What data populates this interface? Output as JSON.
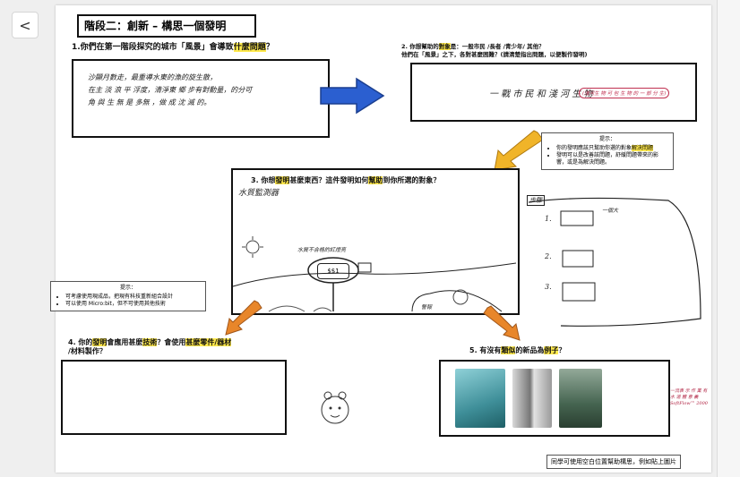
{
  "nav": {
    "back_glyph": "<"
  },
  "title": "階段二：創新 – 構思一個發明",
  "q1": {
    "label_prefix": "1.你們在第一階段探究的城市「風景」會導致",
    "label_hl": "什麼問題",
    "label_suffix": "？",
    "answer_lines": [
      "沙顯月數走，最重導水東的漁的旋生散，",
      "在主 淡 浪 平 浮度，清淨東 鄉 步有對動量，的分可",
      "角 與 生 無 是 多無 ，做 成 沈 滅 的。"
    ]
  },
  "q2": {
    "line1_prefix": "2. 你想幫助的",
    "line1_hl": "對象",
    "line1_suffix": "是：一般市民 /長者 /青少年/ 其他？",
    "line2": "他們在「風景」之下，各對甚麼困難？(請清楚指出問題，以便製作發明)",
    "answer": "一 戰 市 民 和 淺 河 生 物",
    "answer_note": "(淺河生 物 可 包 生 物 的 一 部 分 生)"
  },
  "hint1": {
    "title": "提示：",
    "items": [
      "你的發明應該只幫助你選的對象",
      "解決問題",
      "發明可以是改善該問題，舒緩問題帶來的影響，或是為解決問題。"
    ]
  },
  "q3": {
    "label_prefix": "3. 你想",
    "label_hl1": "發明",
    "label_mid1": "甚麼東西？這件發明如何",
    "label_hl2": "幫助",
    "label_suffix": "到你所選的對象？",
    "drawing_title": "水質監測器",
    "annotation1": "水質不合格的紅燈亮",
    "box_label": "$$1",
    "annotation2": "警報"
  },
  "steps": {
    "label": "步驟",
    "items": [
      "1.",
      "2.",
      "3."
    ],
    "note": "一個大"
  },
  "hint2": {
    "title": "提示：",
    "items": [
      "可考慮使用現成品，把現有科技重新組合設計",
      "可以使用 Micro:bit，但不可使用其他技術"
    ]
  },
  "q4": {
    "label_prefix": "4. 你的",
    "label_hl1": "發明",
    "label_mid": "會應用甚麼",
    "label_hl2": "技術",
    "label_mid2": "？會使用",
    "label_hl3": "甚麼零件/器材",
    "label_line2": "/材料製作？"
  },
  "q5": {
    "label_prefix": "5. 有沒有",
    "label_hl1": "類似",
    "label_mid": "的新品為",
    "label_hl2": "例子",
    "label_suffix": "？",
    "side_note": "一流表 示 作 業 有 水 道 體 意 義",
    "side_note2": "SoftFlow™ 2000",
    "caption": "同學可使用空白位置幫助構思，例如貼上圖片"
  },
  "colors": {
    "blue_arrow": "#2b5fd0",
    "orange_arrow": "#e8862a",
    "highlight": "#ffe94d",
    "gold_arrow": "#f0b429"
  }
}
